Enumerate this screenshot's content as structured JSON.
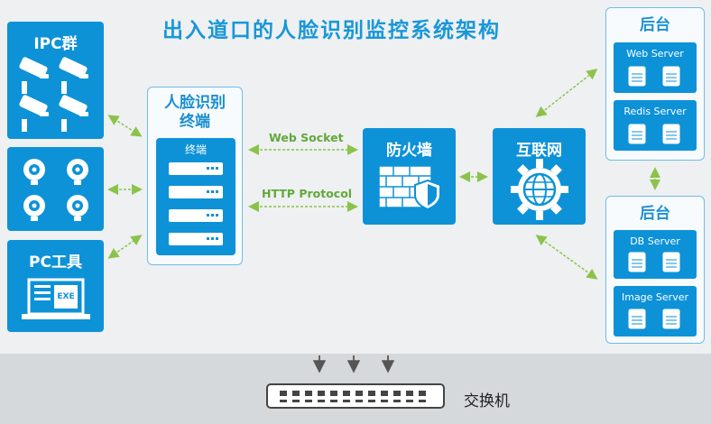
{
  "title": "出入道口的人脸识别监控系统架构",
  "left_panel": {
    "ipc_label": "IPC群",
    "pc_tool_label": "PC工具",
    "exe_label": "EXE"
  },
  "terminal": {
    "title_line1": "人脸识别",
    "title_line2": "终端",
    "inner_label": "终端"
  },
  "links": {
    "websocket": "Web Socket",
    "http": "HTTP Protocol"
  },
  "firewall_label": "防火墙",
  "internet_label": "互联网",
  "backend_top": {
    "title": "后台",
    "servers": [
      "Web Server",
      "Redis Server"
    ]
  },
  "backend_bottom": {
    "title": "后台",
    "servers": [
      "DB Server",
      "Image Server"
    ]
  },
  "switch_label": "交换机",
  "colors": {
    "primary_blue": "#0d92d8",
    "title_blue": "#1897d8",
    "arrow_green": "#8bc34a",
    "label_green": "#63a83b",
    "bottom_band": "#d6d9dc"
  }
}
